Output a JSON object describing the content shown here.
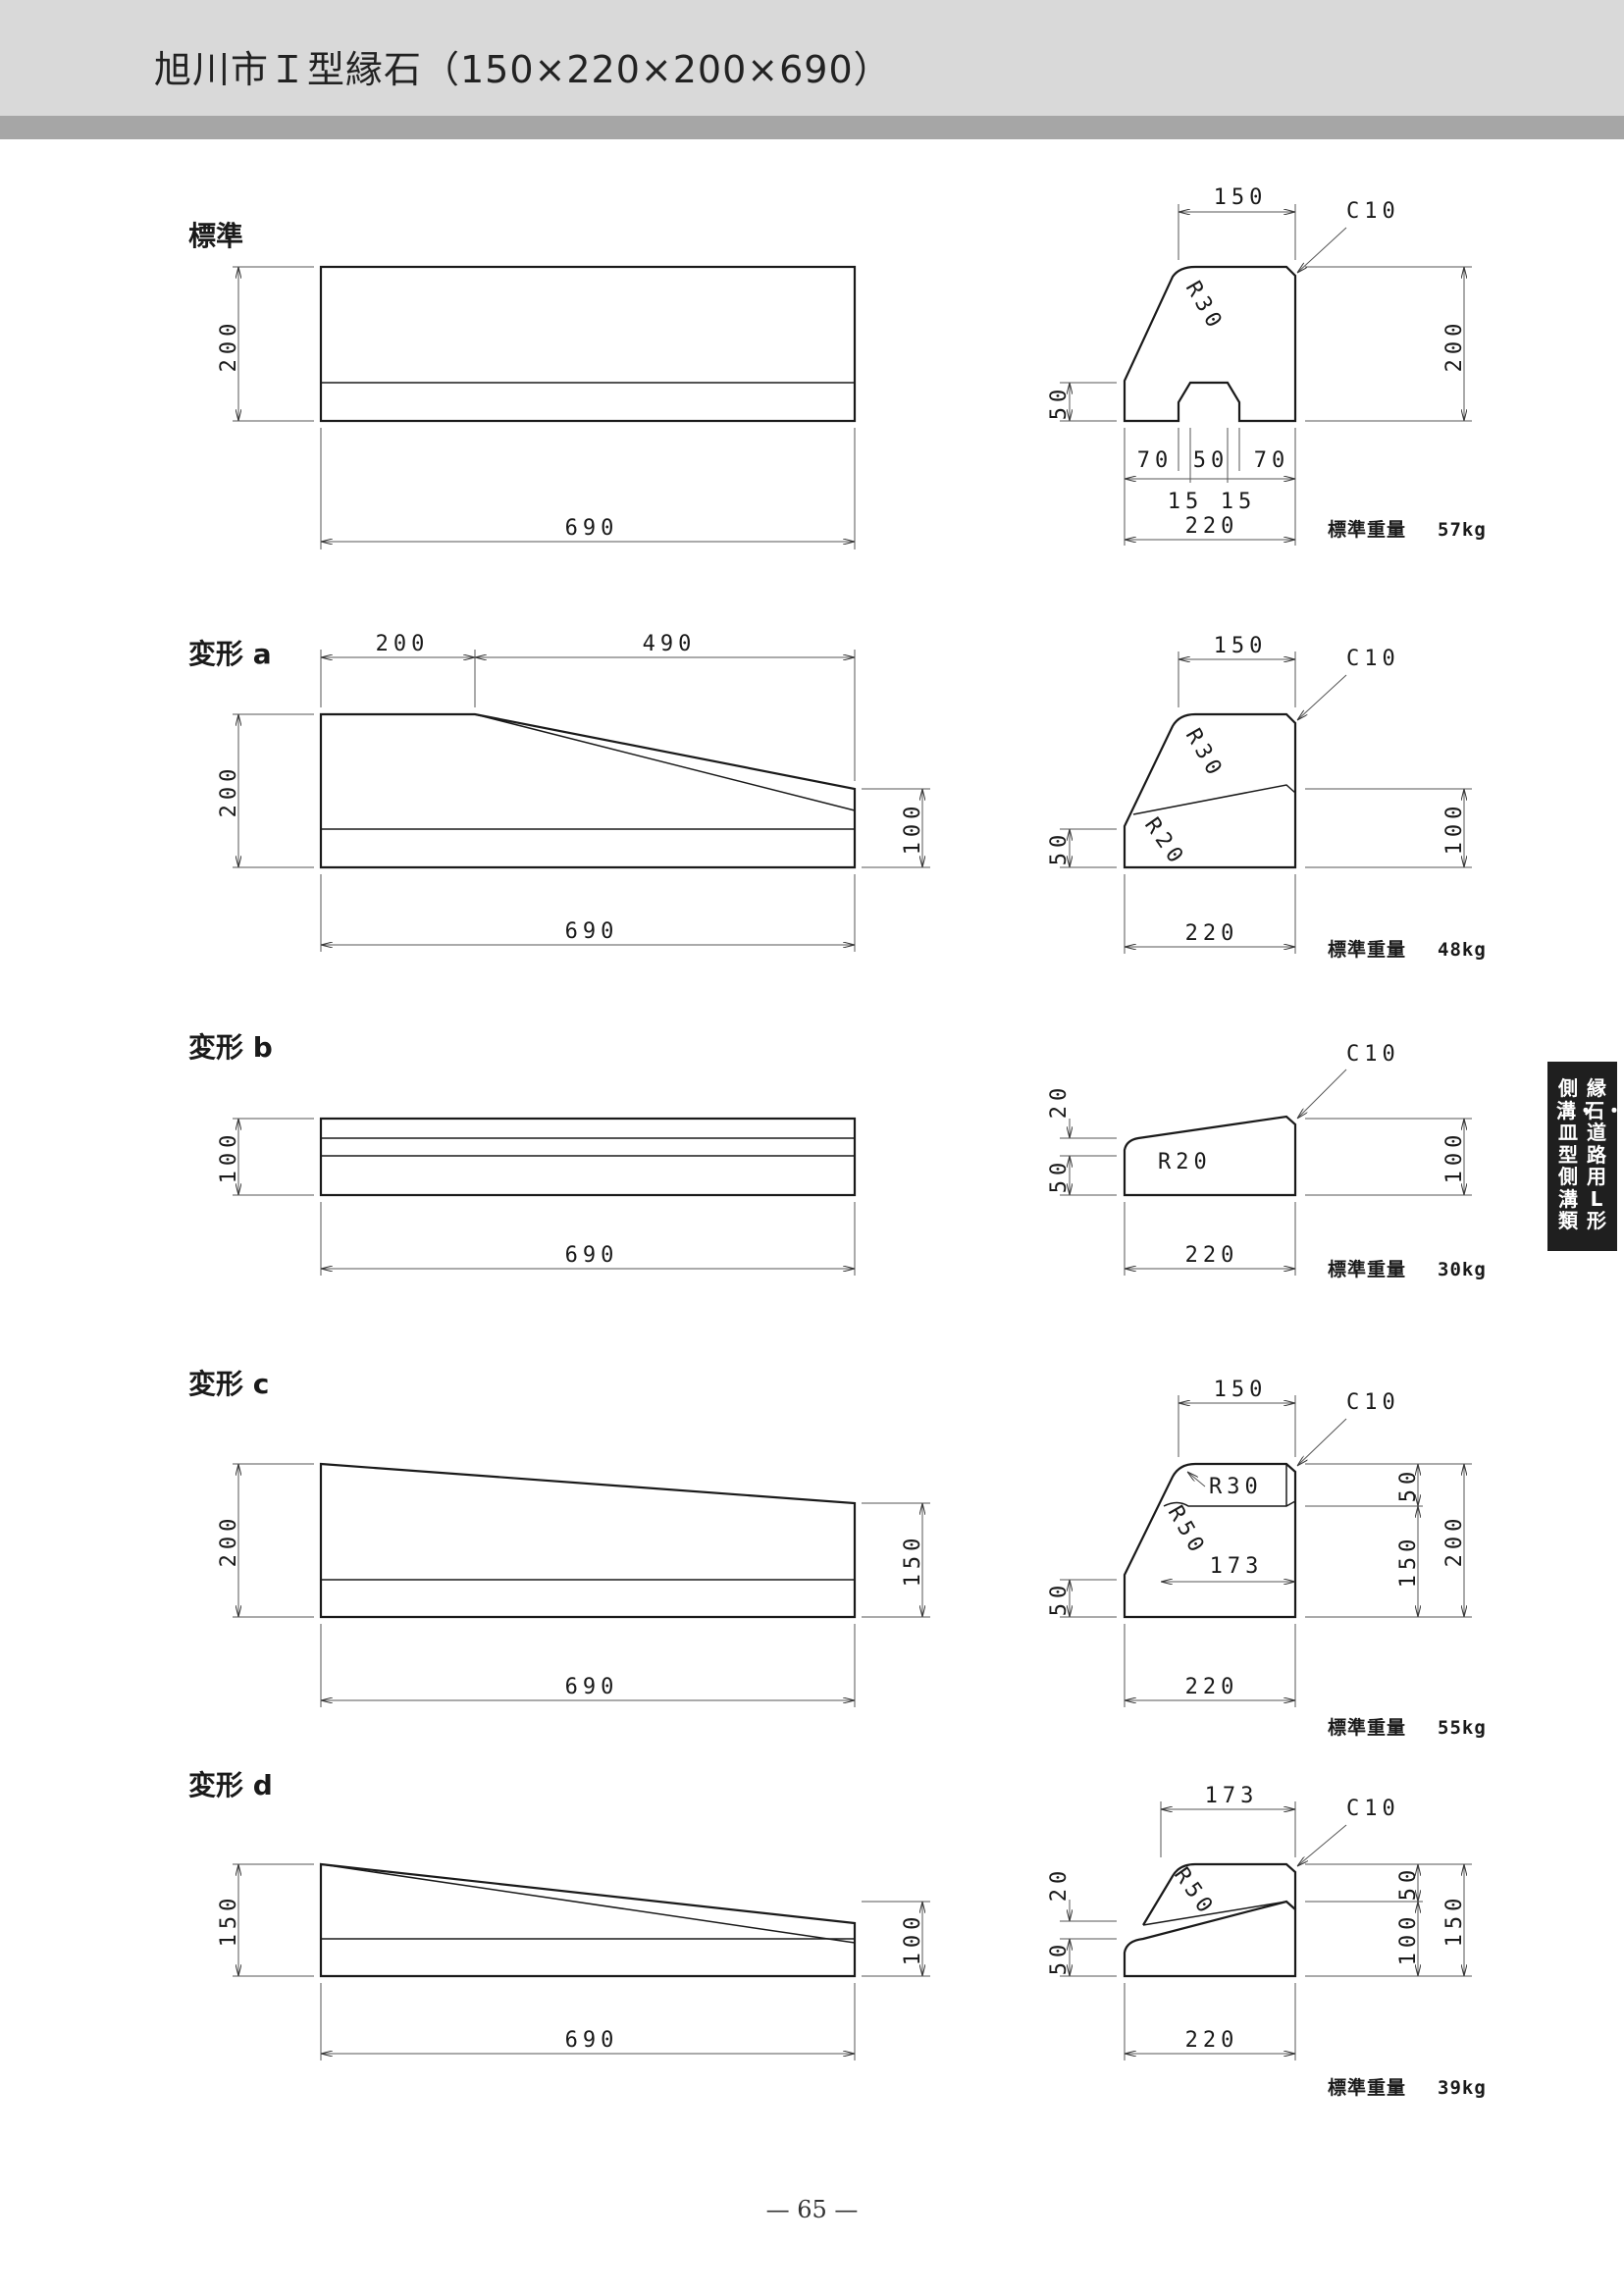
{
  "header": {
    "title": "旭川市Ｉ型縁石（150×220×200×690）"
  },
  "side_tab": {
    "line1": "縁石・道路用L形",
    "line2": "側溝・皿型側溝類"
  },
  "page_number": "— 65 —",
  "sections": [
    {
      "title": "標準",
      "side": {
        "length": "690",
        "height": "200"
      },
      "profile": {
        "top_width": "150",
        "chamfer": "C10",
        "radius": "R30",
        "height": "200",
        "base_height": "50",
        "base_segments": [
          "70",
          "50",
          "70"
        ],
        "groove": [
          "15",
          "15"
        ],
        "width": "220"
      },
      "weight": {
        "label": "標準重量",
        "value": "57kg"
      }
    },
    {
      "title": "変形 a",
      "side": {
        "flat": "200",
        "slope": "490",
        "length": "690",
        "height": "200",
        "end_height": "100"
      },
      "profile": {
        "top_width": "150",
        "chamfer": "C10",
        "radius_top": "R30",
        "radius_bottom": "R20",
        "base_height": "50",
        "height": "100",
        "width": "220"
      },
      "weight": {
        "label": "標準重量",
        "value": "48kg"
      }
    },
    {
      "title": "変形 b",
      "side": {
        "length": "690",
        "height": "100"
      },
      "profile": {
        "chamfer": "C10",
        "radius": "R20",
        "rise": "20",
        "base_height": "50",
        "height": "100",
        "width": "220"
      },
      "weight": {
        "label": "標準重量",
        "value": "30kg"
      }
    },
    {
      "title": "変形 c",
      "side": {
        "length": "690",
        "height": "200",
        "end_height": "150"
      },
      "profile": {
        "top_width": "150",
        "chamfer": "C10",
        "radius_top": "R30",
        "radius_mid": "R50",
        "inner_width": "173",
        "base_height": "50",
        "upper": "50",
        "lower": "150",
        "height": "200",
        "width": "220"
      },
      "weight": {
        "label": "標準重量",
        "value": "55kg"
      }
    },
    {
      "title": "変形 d",
      "side": {
        "length": "690",
        "height": "150",
        "end_height": "100"
      },
      "profile": {
        "top_width": "173",
        "chamfer": "C10",
        "radius": "R50",
        "rise": "20",
        "base_height": "50",
        "upper": "50",
        "lower": "100",
        "height": "150",
        "width": "220"
      },
      "weight": {
        "label": "標準重量",
        "value": "39kg"
      }
    }
  ]
}
